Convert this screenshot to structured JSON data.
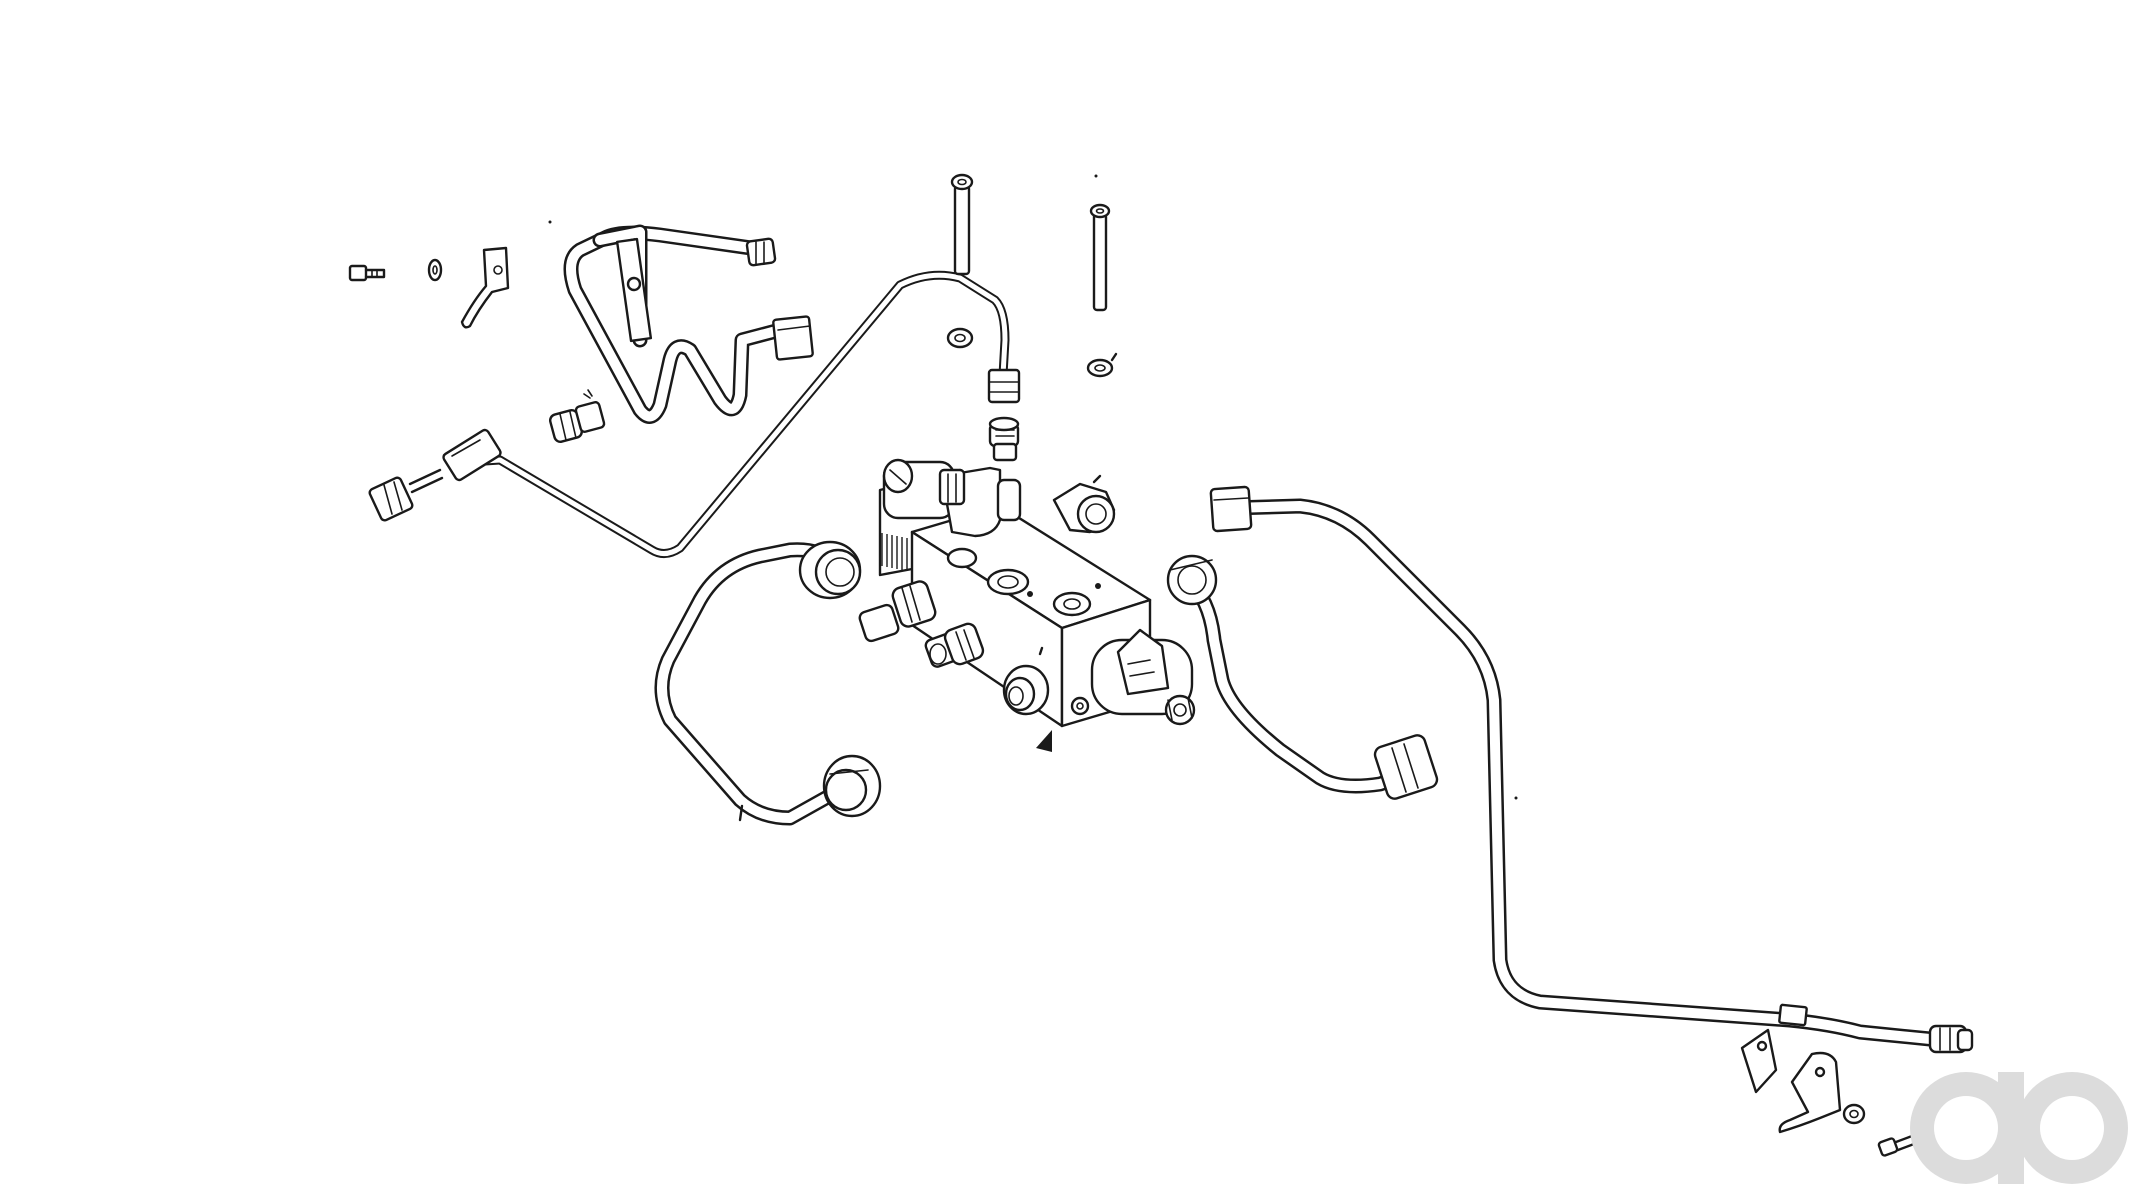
{
  "diagram": {
    "kind": "exploded parts drawing",
    "line_color": "#1a1a1a",
    "background": "#ffffff"
  },
  "watermark": {
    "text": "ao",
    "color": "#dcdcdc",
    "icon": "brand-logo"
  }
}
